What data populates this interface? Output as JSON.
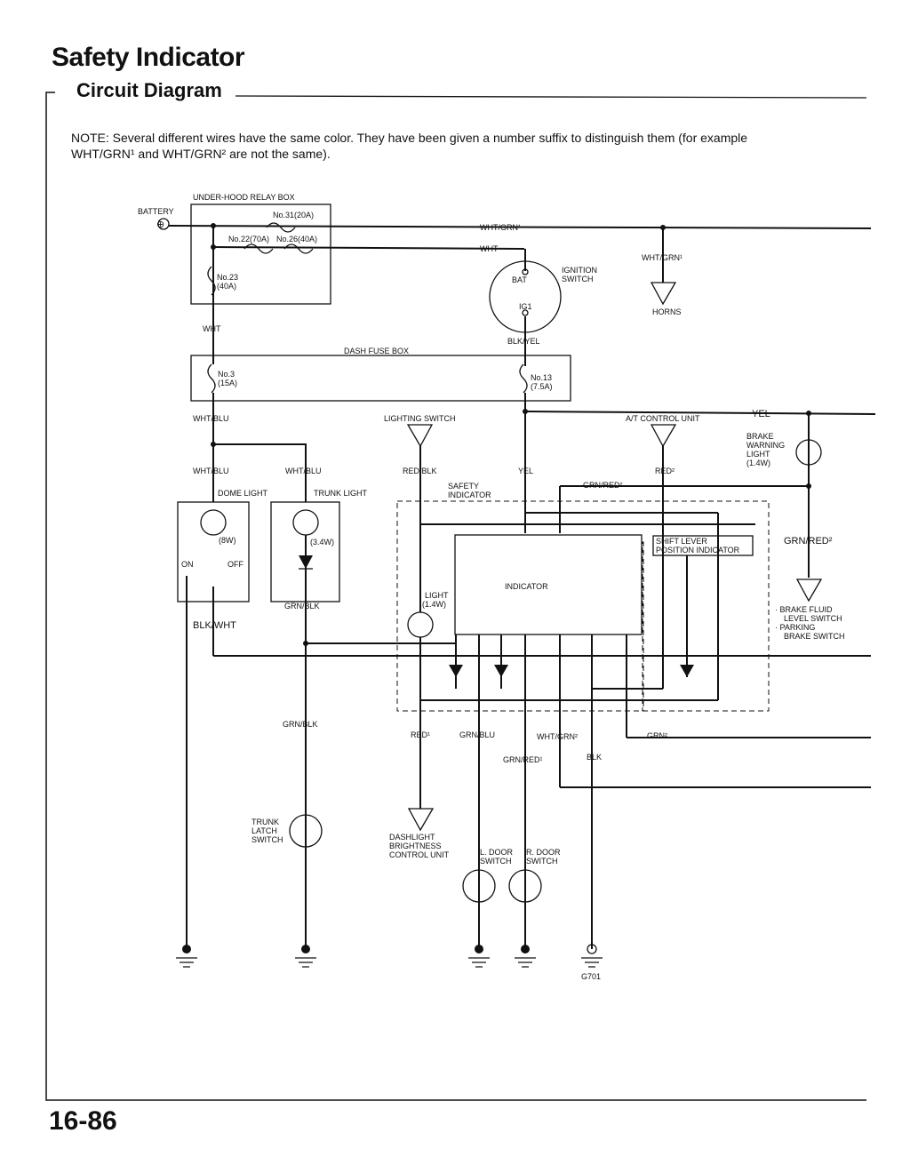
{
  "header": {
    "title": "Safety Indicator",
    "section": "Circuit Diagram"
  },
  "note": {
    "line1": "NOTE:  Several different wires have the same color. They have been given a number suffix to distinguish them (for example",
    "line2": "WHT/GRN¹ and WHT/GRN² are not the same)."
  },
  "labels": {
    "battery": "BATTERY",
    "battery_sym": "⊕",
    "uhrb": "UNDER-HOOD RELAY BOX",
    "no31": "No.31(20A)",
    "no22": "No.22(70A)",
    "no26": "No.26(40A)",
    "no23a": "No.23",
    "no23b": "(40A)",
    "whtgrn1_top": "WHT/GRN¹",
    "wht_top": "WHT",
    "bat": "BAT",
    "ig1": "IG1",
    "ign1": "IGNITION",
    "ign2": "SWITCH",
    "whtgrn1_horn": "WHT/GRN¹",
    "horns": "HORNS",
    "wht_left": "WHT",
    "dfb": "DASH FUSE BOX",
    "blkyel": "BLK/YEL",
    "no3a": "No.3",
    "no3b": "(15A)",
    "no13a": "No.13",
    "no13b": "(7.5A)",
    "whtblu1": "WHT/BLU",
    "whtblu2": "WHT/BLU",
    "whtblu3": "WHT/BLU",
    "lsw": "LIGHTING SWITCH",
    "redblk": "RED/BLK",
    "atcu": "A/T CONTROL UNIT",
    "yel_right": "YEL",
    "yel_mid": "YEL",
    "red2": "RED²",
    "grnred2_top": "GRN/RED²",
    "bwl1": "BRAKE",
    "bwl2": "WARNING",
    "bwl3": "LIGHT",
    "bwl4": "(1.4W)",
    "si1": "SAFETY",
    "si2": "INDICATOR",
    "dome": "DOME LIGHT",
    "trunk": "TRUNK LIGHT",
    "w8": "(8W)",
    "w34": "(3.4W)",
    "on": "ON",
    "off": "OFF",
    "grnblk1": "GRN/BLK",
    "blkwht": "BLK/WHT",
    "light1": "LIGHT",
    "light2": "(1.4W)",
    "indicator": "INDICATOR",
    "slpi1": "SHIFT LEVER",
    "slpi2": "POSITION INDICATOR",
    "grnred2_right": "GRN/RED²",
    "bf1": "· BRAKE FLUID",
    "bf2": "LEVEL SWITCH",
    "bf3": "· PARKING",
    "bf4": "BRAKE SWITCH",
    "grnblk2": "GRN/BLK",
    "red1": "RED¹",
    "grnblu": "GRN/BLU",
    "whtgrn2": "WHT/GRN²",
    "grnred1": "GRN/RED¹",
    "blk": "BLK",
    "grn2": "GRN²",
    "tl1": "TRUNK",
    "tl2": "LATCH",
    "tl3": "SWITCH",
    "dbc1": "DASHLIGHT",
    "dbc2": "BRIGHTNESS",
    "dbc3": "CONTROL UNIT",
    "ld1": "L. DOOR",
    "ld2": "SWITCH",
    "rd1": "R. DOOR",
    "rd2": "SWITCH",
    "g701": "G701"
  },
  "footer": {
    "page": "16-86"
  }
}
